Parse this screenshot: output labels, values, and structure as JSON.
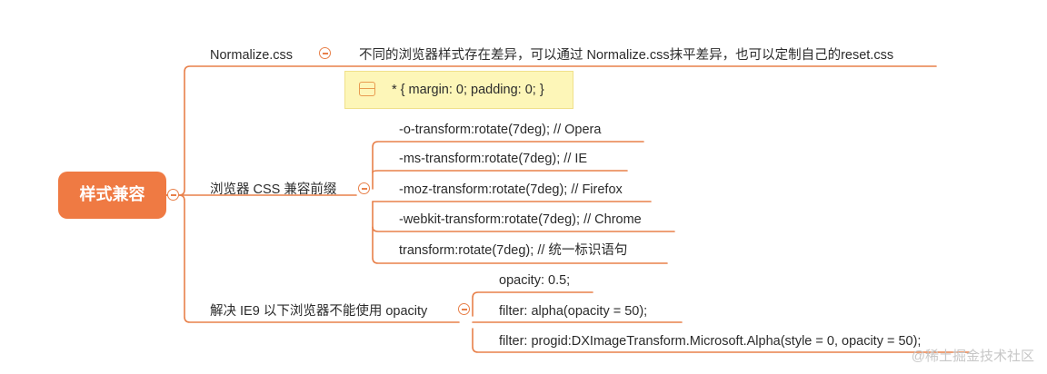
{
  "root": {
    "label": "样式兼容"
  },
  "branches": [
    {
      "label": "Normalize.css",
      "note_text": "不同的浏览器样式存在差异，可以通过 Normalize.css抹平差异，也可以定制自己的reset.css",
      "code_note": "* { margin: 0; padding: 0; }"
    },
    {
      "label": "浏览器 CSS 兼容前缀",
      "children": [
        "-o-transform:rotate(7deg); // Opera",
        "-ms-transform:rotate(7deg); // IE",
        "-moz-transform:rotate(7deg); // Firefox",
        "-webkit-transform:rotate(7deg); // Chrome",
        "transform:rotate(7deg); // 统一标识语句"
      ]
    },
    {
      "label": "解决 IE9 以下浏览器不能使用 opacity",
      "children": [
        "opacity: 0.5;",
        "filter: alpha(opacity = 50);",
        "filter: progid:DXImageTransform.Microsoft.Alpha(style = 0, opacity = 50);"
      ]
    }
  ],
  "watermark": "@稀土掘金技术社区",
  "colors": {
    "accent": "#ef7a43",
    "line": "#e8804a",
    "note_bg": "#fdf6b8"
  }
}
